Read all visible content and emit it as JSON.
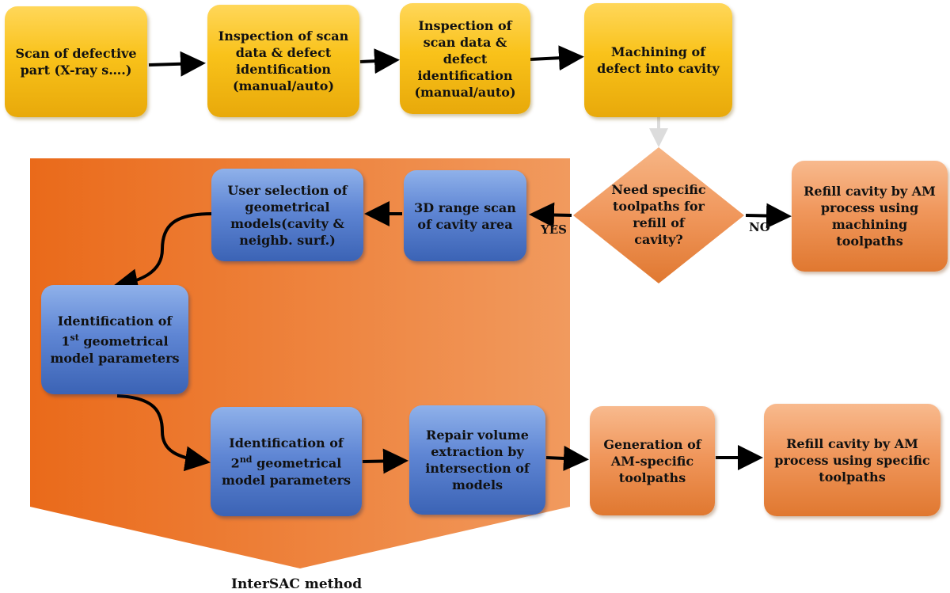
{
  "top_row": {
    "scan": "Scan of defective part (X-ray s….)",
    "inspect1": "Inspection of scan data & defect identification (manual/auto)",
    "inspect2": "Inspection of scan data & defect identification (manual/auto)",
    "machining": "Machining of defect into cavity"
  },
  "decision": {
    "question": "Need specific toolpaths for refill of cavity?",
    "yes_label": "YES",
    "no_label": "NO"
  },
  "no_branch": {
    "refill_machining": "Refill cavity by AM process using machining toolpaths"
  },
  "intersac": {
    "range_scan": "3D range scan of cavity area",
    "user_selection": "User selection of geometrical models(cavity & neighb. surf.)",
    "identification1": {
      "line1_prefix": "Identification of",
      "ordinal_num": "1",
      "ordinal_sup": "st",
      "line2_suffix": " geometrical",
      "rest": "model parameters"
    },
    "identification2": {
      "line1_prefix": "Identification of",
      "ordinal_num": "2",
      "ordinal_sup": "nd",
      "line2_suffix": " geometrical",
      "rest": "model parameters"
    },
    "repair_volume": "Repair volume extraction by intersection of models",
    "caption": "InterSAC method"
  },
  "yes_branch": {
    "generation": "Generation of AM-specific toolpaths",
    "refill_specific": "Refill cavity by AM process using specific toolpaths"
  },
  "colors": {
    "yellow": "#f9c21a",
    "blue": "#5f86d4",
    "orange": "#f0975c",
    "panel": "#ee7a2c",
    "arrow": "#000000"
  }
}
